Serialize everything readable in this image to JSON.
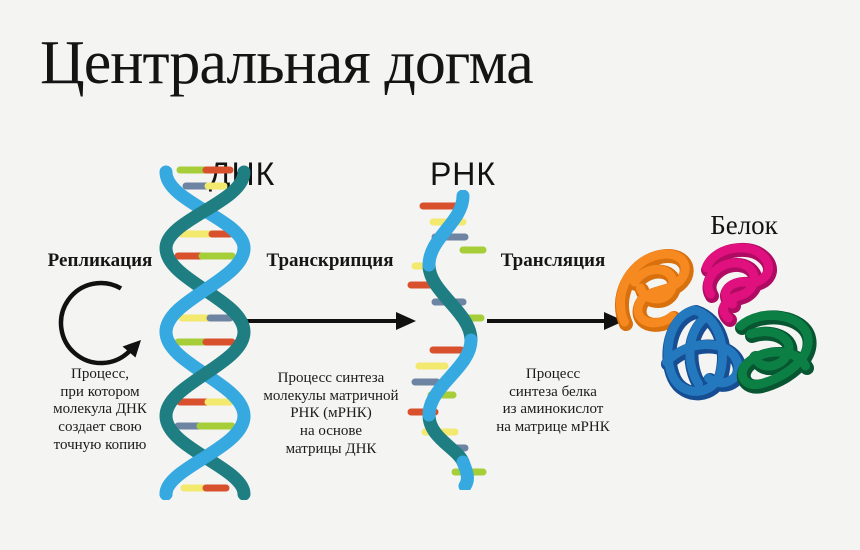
{
  "title": "Центральная догма",
  "molecules": {
    "dna_label": "ДНК",
    "rna_label": "РНК",
    "protein_label": "Белок"
  },
  "steps": [
    {
      "name": "Репликация",
      "icon": "circular-arrow-icon",
      "description": "Процесс,\nпри котором\nмолекула ДНК\nсоздает свою\nточную копию"
    },
    {
      "name": "Транскрипция",
      "icon": "arrow-right-icon",
      "description": "Процесс синтеза\nмолекулы матричной\nРНК (мРНК)\nна основе\nматрицы ДНК"
    },
    {
      "name": "Трансляция",
      "icon": "arrow-right-icon",
      "description": "Процесс\nсинтеза белка\nиз аминокислот\nна матрице мРНК"
    }
  ],
  "colors": {
    "background": "#f4f4f3",
    "text": "#161616",
    "dna_strand_dark_teal": "#1e7e82",
    "dna_strand_light_blue": "#36a9e1",
    "base_yellow": "#f2e96e",
    "base_red": "#d9512c",
    "base_green": "#a6ce39",
    "base_gray_blue": "#6e84a3",
    "protein_orange": "#f6891f",
    "protein_magenta": "#e0107f",
    "protein_blue": "#2478be",
    "protein_green": "#0c8044",
    "arrow_black": "#111111"
  }
}
